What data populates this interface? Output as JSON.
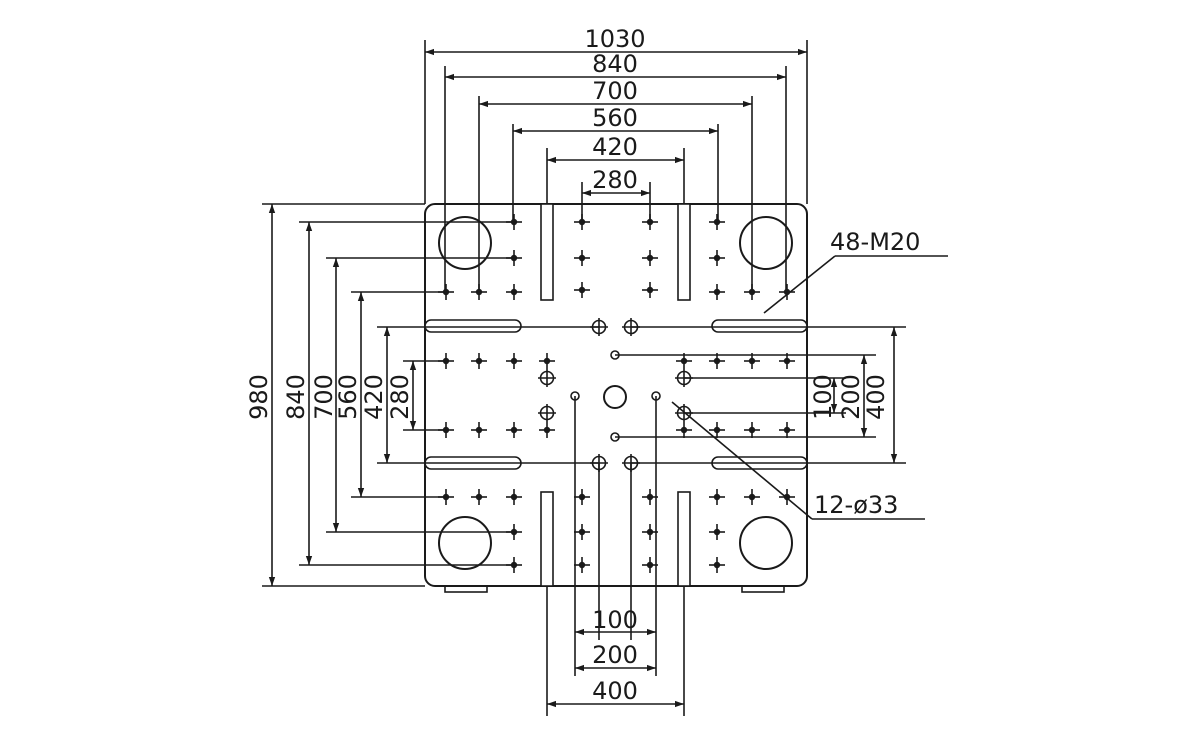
{
  "dimensions": {
    "top": [
      "1030",
      "840",
      "700",
      "560",
      "420",
      "280"
    ],
    "left": [
      "980",
      "840",
      "700",
      "560",
      "420",
      "280"
    ],
    "right": [
      "100",
      "200",
      "400"
    ],
    "bottom": [
      "100",
      "200",
      "400"
    ]
  },
  "callouts": {
    "tapped_holes": "48-M20",
    "through_holes": "12-ø33"
  }
}
